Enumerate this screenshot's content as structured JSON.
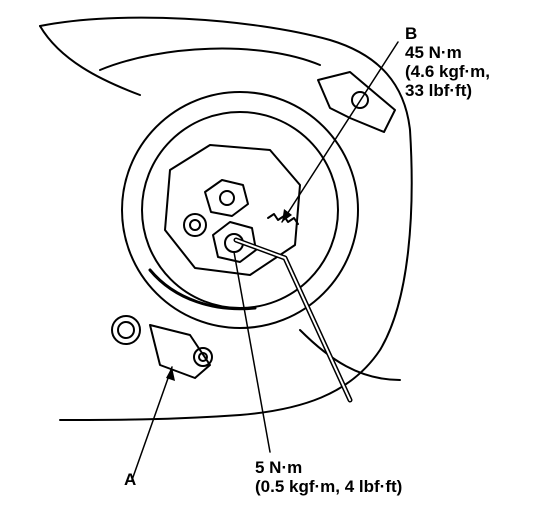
{
  "callouts": {
    "B": {
      "letter": "B",
      "torque": "45 N·m",
      "metric": "(4.6 kgf·m,",
      "imperial": "33 lbf·ft)"
    },
    "A": {
      "letter": "A"
    },
    "lower_torque": {
      "torque": "5 N·m",
      "spec": "(0.5 kgf·m, 4 lbf·ft)"
    }
  },
  "colors": {
    "ink": "#000000",
    "paper": "#ffffff"
  }
}
